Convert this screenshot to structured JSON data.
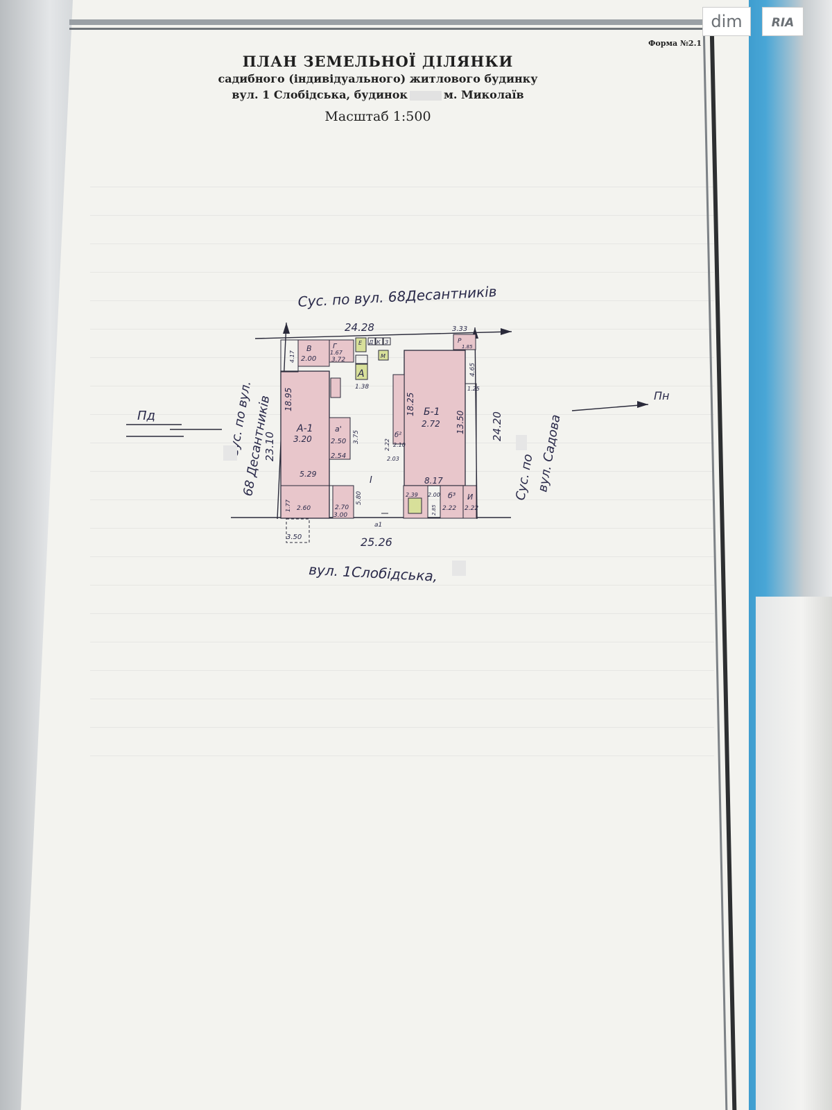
{
  "header": {
    "forma": "Форма №2.1",
    "title": "ПЛАН ЗЕМЕЛЬНОЇ ДІЛЯНКИ",
    "subtitle": "садибного (індивідуального) житлового будинку",
    "address_prefix": "вул. 1 Слобідська, будинок",
    "address_city": "м. Миколаїв",
    "scale": "Масштаб 1:500"
  },
  "plan": {
    "north_neighbor": "Сус. по вул. 68Десантників",
    "west_neighbor_line1": "Сус.   по вул.",
    "west_neighbor_line2": "68 Десантників",
    "east_neighbor_line1": "Сус.   по",
    "east_neighbor_line2": "вул. Садова",
    "street": "вул. 1Слобідська,",
    "dir_west": "Пд",
    "dir_east": "Пн",
    "dims": {
      "top": "24.28",
      "bottom": "25.26",
      "left": "23.10",
      "right": "24.20",
      "top_right": "3.33",
      "gate": "3.50"
    },
    "buildings": {
      "a1_label": "А-1",
      "a1_height": "3.20",
      "a1_len": "18.95",
      "v_label": "В",
      "v_val": "2.00",
      "v_side": "4.17",
      "g_label": "Г",
      "g_val1": "1.67",
      "g_val2": "3.72",
      "a_label": "А",
      "a_val": "1.38",
      "a_prime_label": "а'",
      "a_prime_val": "2.50",
      "a_prime_side": "3.75",
      "a_prime_bottom": "2.54",
      "court_label": "І",
      "dim_529": "5.29",
      "dim_580": "5.80",
      "dim_270": "2.70",
      "dim_300": "3.00",
      "dim_260": "2.60",
      "dim_177": "1.77",
      "b1_label": "Б-1",
      "b1_height": "2.72",
      "b1_len": "18.25",
      "b1_side": "13.50",
      "b1_bottom": "8.17",
      "b1_right": "4.65",
      "b1_step": "1.25",
      "b3_label": "б³",
      "b3_val": "2.22",
      "i_label": "И",
      "i_val": "2.22",
      "b2_label": "б²",
      "b2_val": "2.10",
      "b2_bottom": "2.03",
      "b2_side": "2.22",
      "dim_239": "2.39",
      "dim_200": "2.00",
      "dim_285": "2.85",
      "r_label": "Р",
      "r_val": "1.85",
      "small_k": "К",
      "small_e": "Е",
      "small_m": "М",
      "small_d": "Д",
      "small_3": "З",
      "a1_small": "а1"
    }
  },
  "logo": {
    "dim": "dim",
    "ria": "RIA"
  }
}
